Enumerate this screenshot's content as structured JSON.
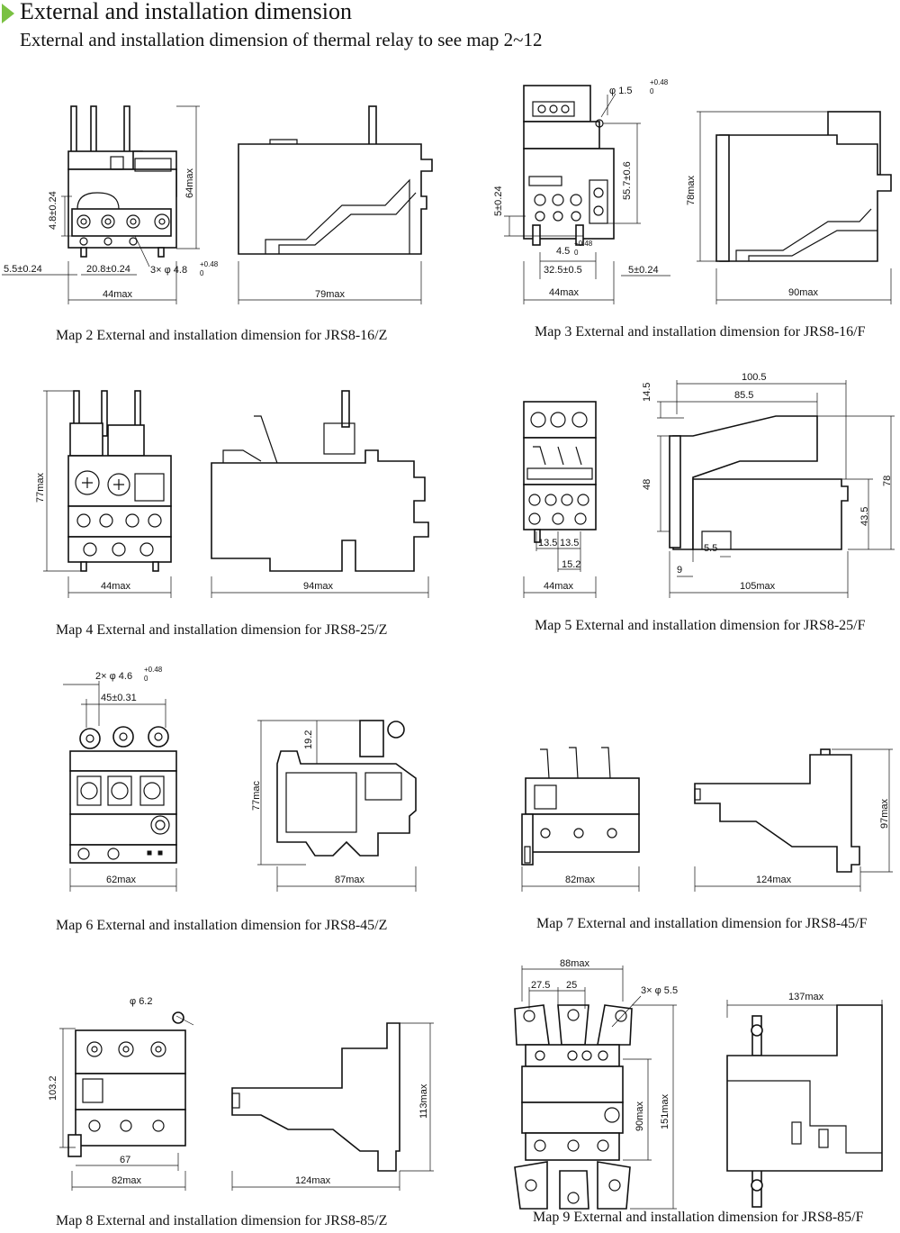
{
  "heading": {
    "title": "External and installation dimension",
    "subtitle": "External and installation dimension of thermal relay to see map 2~12",
    "accent_color": "#7ac142"
  },
  "maps": [
    {
      "caption": "Map 2 External and installation dimension for JRS8-16/Z",
      "dims": [
        "4.8±0.24",
        "64max",
        "5.5±0.24",
        "20.8±0.24",
        "3× φ 4.8",
        "+0.48",
        "0",
        "44max",
        "79max"
      ]
    },
    {
      "caption": "Map 3 External and installation dimension for JRS8-16/F",
      "dims": [
        "φ 1.5",
        "+0.48",
        "0",
        "55.7±0.6",
        "5±0.24",
        "4.5",
        "+0.48",
        "0",
        "32.5±0.5",
        "5±0.24",
        "44max",
        "78max",
        "90max"
      ]
    },
    {
      "caption": "Map 4 External and installation dimension for JRS8-25/Z",
      "dims": [
        "77max",
        "44max",
        "94max"
      ]
    },
    {
      "caption": "Map 5 External and installation dimension for JRS8-25/F",
      "dims": [
        "100.5",
        "85.5",
        "14.5",
        "48",
        "78",
        "43.5",
        "5.5",
        "13.5",
        "13.5",
        "15.2",
        "9",
        "44max",
        "105max"
      ]
    },
    {
      "caption": "Map 6 External and installation dimension for JRS8-45/Z",
      "dims": [
        "2× φ 4.6",
        "+0.48",
        "0",
        "45±0.31",
        "19.2",
        "77mac",
        "62max",
        "87max"
      ]
    },
    {
      "caption": "Map 7 External and installation dimension for JRS8-45/F",
      "dims": [
        "97max",
        "82max",
        "124max"
      ]
    },
    {
      "caption": "Map 8 External and installation dimension for JRS8-85/Z",
      "dims": [
        "φ 6.2",
        "103.2",
        "113max",
        "67",
        "82max",
        "124max"
      ]
    },
    {
      "caption": "Map 9 External and installation dimension for JRS8-85/F",
      "dims": [
        "88max",
        "27.5",
        "25",
        "3× φ 5.5",
        "137max",
        "90max",
        "151max"
      ]
    }
  ]
}
